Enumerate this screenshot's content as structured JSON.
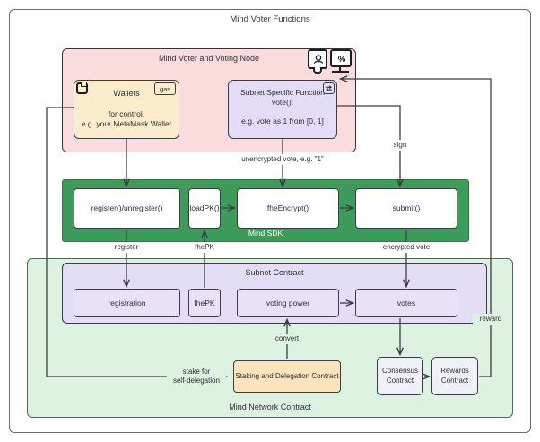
{
  "diagram": {
    "outer_title": "Mind Voter Functions",
    "colors": {
      "outer_border": "#6b6b73",
      "voter_node_fill": "#fadcdc",
      "voter_node_border": "#33333c",
      "wallet_fill": "#fbeccb",
      "wallet_border": "#3c3c46",
      "subnet_fn_fill": "#e4ddf7",
      "subnet_fn_border": "#3c3c46",
      "sdk_fill": "#3f9b5a",
      "sdk_label": "#ffffff",
      "sdk_box_fill": "#ffffff",
      "network_fill": "#ddf2e0",
      "network_border": "#4a6b52",
      "subnet_contract_fill": "#e4ddf7",
      "subnet_contract_border": "#3c3c46",
      "contract_box_fill": "#e8e2f8",
      "staking_fill": "#fbe3bb",
      "small_contract_fill": "#f0f0f8",
      "wire": "#3c3c46",
      "text": "#2f2f38"
    },
    "voter_node": {
      "title": "Mind Voter and Voting Node",
      "icons": [
        {
          "name": "user-actor-icon",
          "glyph": "person-in-bubble"
        },
        {
          "name": "voting-node-monitor-icon",
          "glyph": "monitor-percent"
        }
      ],
      "wallets": {
        "title": "Wallets",
        "body": "for control,\ne.g. your MetaMask Wallet",
        "corner_icon": "clipboard-icon",
        "badge": "gas"
      },
      "subnet_function": {
        "line1": "Subnet Specific Function",
        "line2": "vote():",
        "line3": "e.g. vote as 1 from [0, 1]",
        "corner_icon": "swap-arrows-icon"
      }
    },
    "sdk": {
      "title": "Mind SDK",
      "boxes": [
        {
          "label": "register()/unregister()"
        },
        {
          "label": "loadPK()"
        },
        {
          "label": "fheEncrypt()"
        },
        {
          "label": "submit()"
        }
      ]
    },
    "network": {
      "title": "Mind Network Contract",
      "subnet_contract": {
        "title": "Subnet Contract",
        "boxes": [
          {
            "label": "registration"
          },
          {
            "label": "fhePK"
          },
          {
            "label": "voting power"
          },
          {
            "label": "votes"
          }
        ]
      },
      "staking": {
        "label": "Staking and Delegation Contract"
      },
      "consensus": {
        "label": "Consensus\nContract"
      },
      "rewards": {
        "label": "Rewards\nContract"
      }
    },
    "edge_labels": {
      "unencrypted_vote": "unencrypted vote, e.g. \"1\"",
      "sign": "sign",
      "register": "register",
      "fhepk": "fhePK",
      "encrypted_vote": "encrypted vote",
      "convert": "convert",
      "stake": "stake for\nself-delegation",
      "reward": "reward"
    }
  }
}
